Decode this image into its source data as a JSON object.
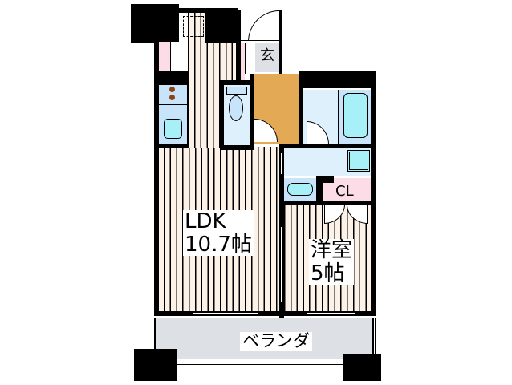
{
  "floorplan": {
    "rooms": [
      {
        "id": "ldk",
        "name": "LDK",
        "size": "10.7帖"
      },
      {
        "id": "western-room",
        "name": "洋室",
        "size": "5帖"
      },
      {
        "id": "entrance",
        "name": "玄"
      },
      {
        "id": "closet",
        "name": "CL"
      },
      {
        "id": "veranda",
        "name": "ベランダ"
      },
      {
        "id": "kitchen",
        "name": ""
      },
      {
        "id": "toilet",
        "name": ""
      },
      {
        "id": "bathroom",
        "name": ""
      },
      {
        "id": "washroom",
        "name": ""
      },
      {
        "id": "hallway",
        "name": ""
      }
    ],
    "colors": {
      "wall": "#000000",
      "flooring": "#fdf2e8",
      "wet_area": "#c8e4fb",
      "wet_area_light": "#dff0fd",
      "fixture": "#a8f0f8",
      "hallway": "#e3a954",
      "closet": "#fcdce6",
      "entrance": "#dde0e4",
      "veranda": "#dde1e5"
    }
  }
}
